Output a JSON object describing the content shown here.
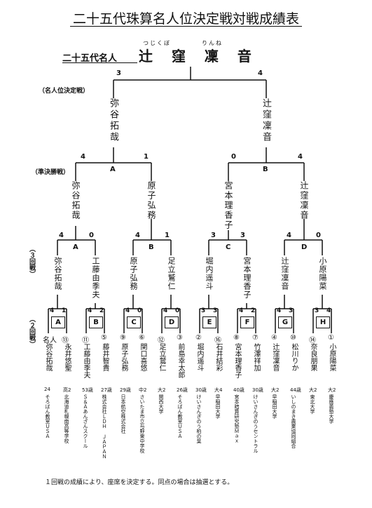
{
  "title": "二十五代珠算名人位決定戦対戦成績表",
  "champion": {
    "label": "二十五代名人",
    "name": "辻 窪 凜 音",
    "ruby_family": "つじくぼ",
    "ruby_given": "りんね"
  },
  "final": {
    "score_left": "3",
    "score_right": "4",
    "round_label": "（名人位決定戦）",
    "left_name": "弥谷拓哉",
    "right_name": "辻窪凜音"
  },
  "semi": {
    "round_label": "（準決勝戦）",
    "A": {
      "label": "A",
      "score_left": "4",
      "score_right": "1",
      "left_name": "弥谷拓哉",
      "right_name": "原子弘務"
    },
    "B": {
      "label": "B",
      "score_left": "0",
      "score_right": "4",
      "left_name": "宮本理香子",
      "right_name": "辻窪凜音"
    }
  },
  "r3": {
    "round_label": "（３回戦）",
    "A": {
      "label": "A",
      "score_left": "4",
      "score_right": "0",
      "left_name": "弥谷拓哉",
      "right_name": "工藤由季夫"
    },
    "B": {
      "label": "B",
      "score_left": "4",
      "score_right": "1",
      "left_name": "原子弘務",
      "right_name": "足立鷲仁"
    },
    "C": {
      "label": "C",
      "score_left": "3",
      "score_right": "3",
      "left_name": "堀内遥斗",
      "right_name": "宮本理香子"
    },
    "D": {
      "label": "D",
      "score_left": "4",
      "score_right": "0",
      "left_name": "辻窪凜音",
      "right_name": "小原陽菜"
    }
  },
  "r2": {
    "round_label": "（２回戦）",
    "A": {
      "label": "A",
      "score_left": "4",
      "score_right": "1"
    },
    "B": {
      "label": "B",
      "score_left": "4",
      "score_right": "2"
    },
    "C": {
      "label": "C",
      "score_left": "4",
      "score_right": "0"
    },
    "D": {
      "label": "D",
      "score_left": "4",
      "score_right": "0"
    },
    "E": {
      "label": "E",
      "score_left": "3",
      "score_right": "3"
    },
    "F": {
      "label": "F",
      "score_left": "4",
      "score_right": "2"
    },
    "G": {
      "label": "G",
      "score_left": "4",
      "score_right": "3"
    },
    "H": {
      "label": "H",
      "score_left": "3",
      "score_right": "4"
    }
  },
  "players": [
    {
      "seed": "名人",
      "name": "弥谷拓哉",
      "grade": "24",
      "affil": "そろばん教室ＵＳＡ"
    },
    {
      "seed": "⑬",
      "name": "永井悠聖",
      "grade": "高2",
      "affil": "北海道札幌南高等学校"
    },
    {
      "seed": "⑪",
      "name": "工藤由季夫",
      "grade": "53歳",
      "affil": "Ｓ＆Ａあんざんスクール"
    },
    {
      "seed": "⑤",
      "name": "藤井智貴",
      "grade": "27歳",
      "affil": "株式会社ＬＤＨ ＪＡＰＡＮ"
    },
    {
      "seed": "⑨",
      "name": "原子弘務",
      "grade": "29歳",
      "affil": "日本航空株式会社"
    },
    {
      "seed": "⑥",
      "name": "関口喜悠",
      "grade": "中2",
      "affil": "さいたま市立与野東中学校"
    },
    {
      "seed": "⑫",
      "name": "足立鷲仁",
      "grade": "大2",
      "affil": "関西大学"
    },
    {
      "seed": "③",
      "name": "前島幸太郎",
      "grade": "26歳",
      "affil": "そろばん教室ＵＳＡ"
    },
    {
      "seed": "②",
      "name": "堀内遥斗",
      "grade": "30歳",
      "affil": "けいさんぎのう柏の葉"
    },
    {
      "seed": "⑯",
      "name": "石井結彩",
      "grade": "大4",
      "affil": "早稲田大学"
    },
    {
      "seed": "⑧",
      "name": "宮本理香子",
      "grade": "40歳",
      "affil": "宮本暗算研究塾Ｍａｘ"
    },
    {
      "seed": "⑦",
      "name": "竹澤祥加",
      "grade": "30歳",
      "affil": "けいさんぎのうセントラル"
    },
    {
      "seed": "④",
      "name": "辻窪凜音",
      "grade": "大2",
      "affil": "早稲田大学"
    },
    {
      "seed": "⑩",
      "name": "松川りか",
      "grade": "44歳",
      "affil": "いしのまき農業協同組合"
    },
    {
      "seed": "⑭",
      "name": "奈良朋果",
      "grade": "大2",
      "affil": "東北大学"
    },
    {
      "seed": "①",
      "name": "小原陽菜",
      "grade": "大2",
      "affil": "慶應義塾大学"
    }
  ],
  "footer_note": "１回戦の成績により、座席を決定する。同点の場合は抽選とする。"
}
